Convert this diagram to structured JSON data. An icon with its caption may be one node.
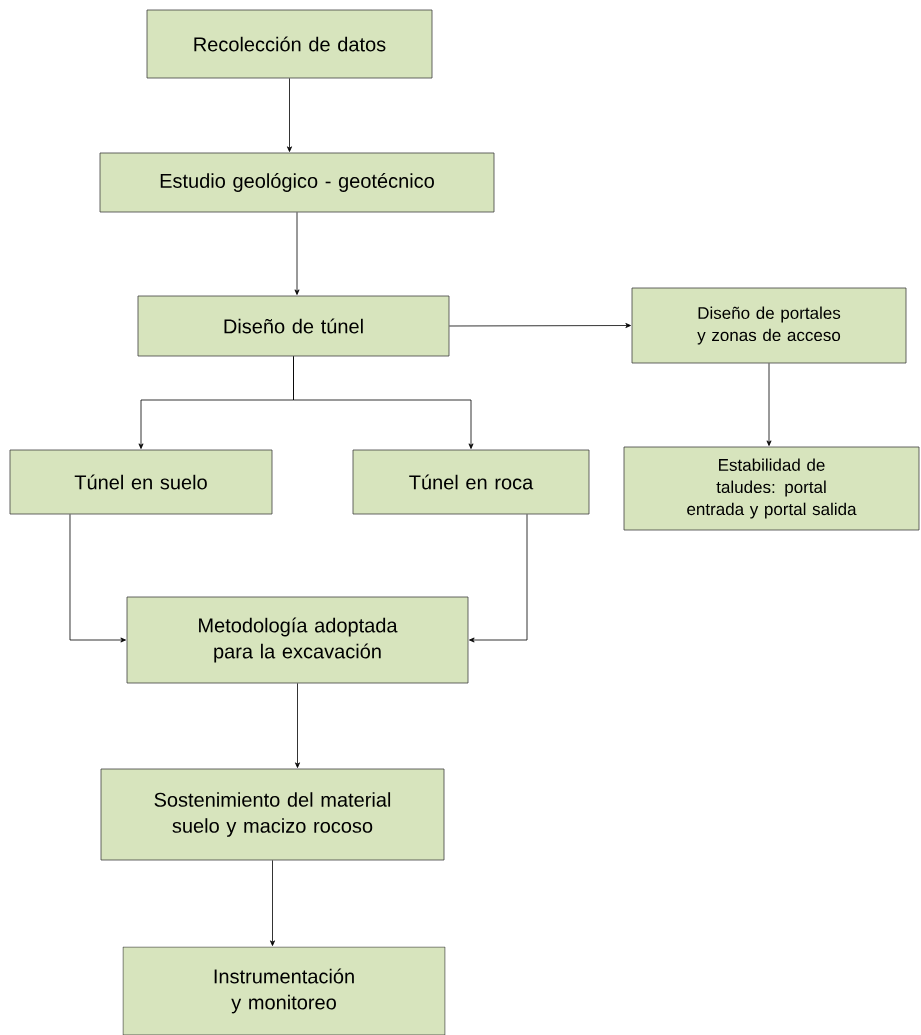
{
  "diagram": {
    "nodes": [
      {
        "text": [
          "Recolección de datos"
        ]
      },
      {
        "text": [
          "Estudio geológico - geotécnico"
        ]
      },
      {
        "text": [
          "Diseño de túnel"
        ]
      },
      {
        "text": [
          "Diseño de portales y zonas de acceso"
        ]
      },
      {
        "text": [
          "Estabilidad de taludes: portal entrada y portal salida"
        ]
      },
      {
        "text": [
          "Túnel en suelo"
        ]
      },
      {
        "text": [
          "Túnel en roca"
        ]
      },
      {
        "text": [
          "Metodología adoptada para la excavación"
        ]
      },
      {
        "text": [
          "Sostenimiento del material suelo y macizo rocoso"
        ]
      },
      {
        "text": [
          "Instrumentación y monitoreo"
        ]
      }
    ],
    "edges": [
      {
        "from": 0,
        "to": 1,
        "arrow": "to"
      },
      {
        "from": 1,
        "to": 2,
        "arrow": "to"
      },
      {
        "from": 2,
        "to": 3,
        "arrow": "to"
      },
      {
        "from": 3,
        "to": 4,
        "arrow": "to"
      },
      {
        "from": 2,
        "to": 5,
        "arrow": "to"
      },
      {
        "from": 2,
        "to": 6,
        "arrow": "to"
      },
      {
        "from": 5,
        "to": 7,
        "arrow": "to"
      },
      {
        "from": 6,
        "to": 7,
        "arrow": "to"
      },
      {
        "from": 7,
        "to": 8,
        "arrow": "to"
      },
      {
        "from": 8,
        "to": 9,
        "arrow": "to"
      }
    ]
  }
}
